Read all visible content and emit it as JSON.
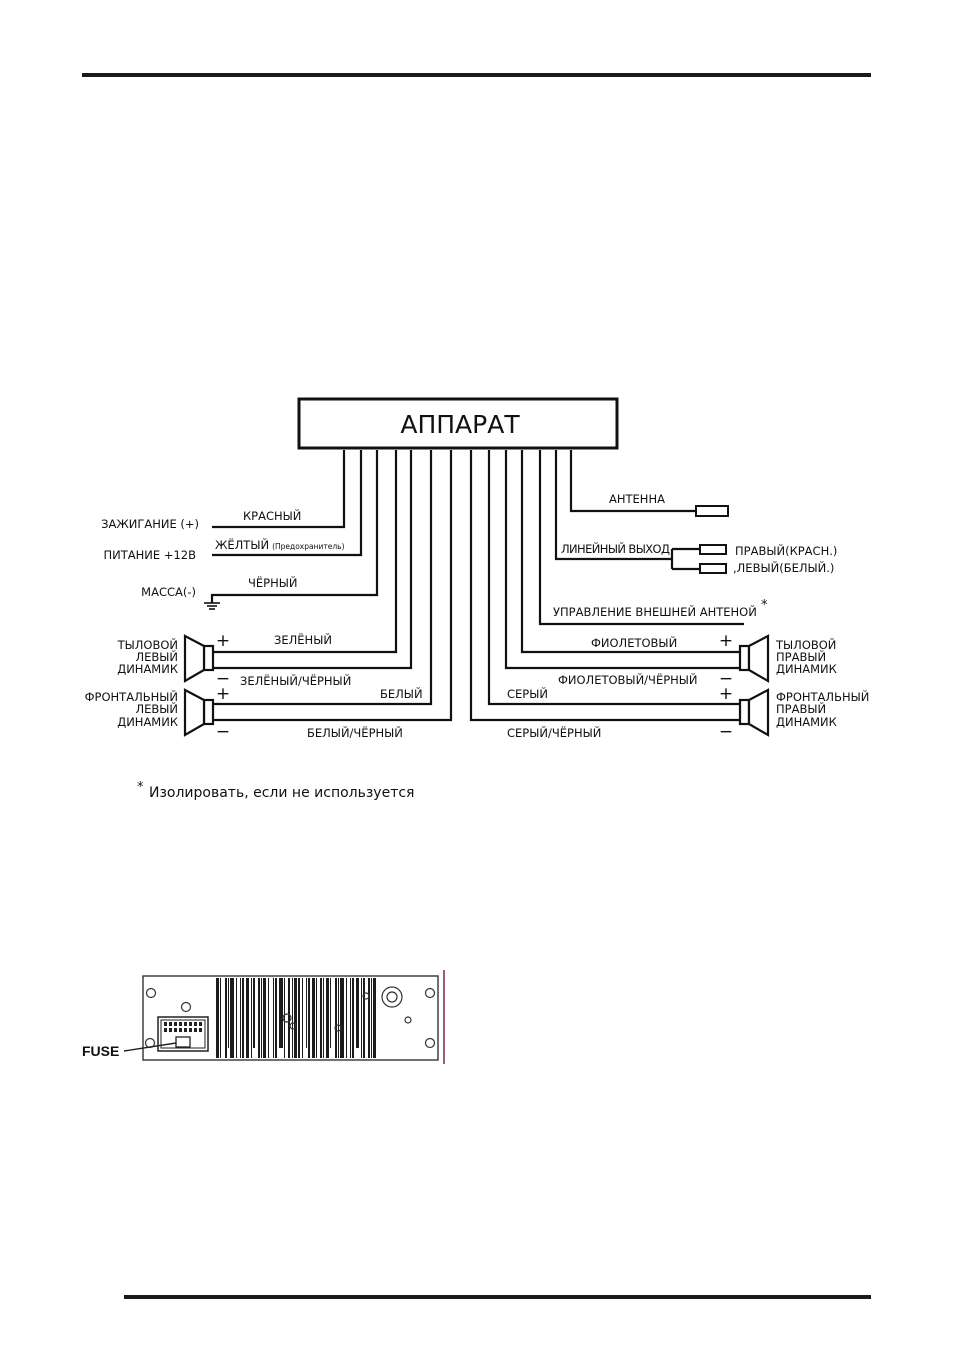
{
  "unit_title": "АППАРАТ",
  "left_inputs": [
    {
      "label": "ЗАЖИГАНИЕ (+)",
      "wire": "КРАСНЫЙ"
    },
    {
      "label": "ПИТАНИЕ +12В",
      "wire": "ЖЁЛТЫЙ",
      "wire_note": "(Предохранитель)"
    },
    {
      "label": "МАССА(-)",
      "wire": "ЧЁРНЫЙ"
    }
  ],
  "right_outputs": {
    "antenna": "АНТЕННА",
    "line_out": "ЛИНЕЙНЫЙ ВЫХОД",
    "line_right": "ПРАВЫЙ(КРАСН.)",
    "line_left": ",ЛЕВЫЙ(БЕЛЫЙ.)",
    "ext_antenna": "УПРАВЛЕНИЕ ВНЕШНЕЙ АНТЕНОЙ",
    "ext_antenna_mark": "*"
  },
  "speakers": {
    "rear_left": {
      "label": [
        "ТЫЛОВОЙ",
        "ЛЕВЫЙ",
        "ДИНАМИК"
      ],
      "plus_wire": "ЗЕЛЁНЫЙ",
      "minus_wire": "ЗЕЛЁНЫЙ/ЧЁРНЫЙ"
    },
    "front_left": {
      "label": [
        "ФРОНТАЛЬНЫЙ",
        "ЛЕВЫЙ",
        "ДИНАМИК"
      ],
      "plus_wire": "БЕЛЫЙ",
      "minus_wire": "БЕЛЫЙ/ЧЁРНЫЙ"
    },
    "rear_right": {
      "label": [
        "ТЫЛОВОЙ",
        "ПРАВЫЙ",
        "ДИНАМИК"
      ],
      "plus_wire": "ФИОЛЕТОВЫЙ",
      "minus_wire": "ФИОЛЕТОВЫЙ/ЧЁРНЫЙ"
    },
    "front_right": {
      "label": [
        "ФРОНТАЛЬНЫЙ",
        "ПРАВЫЙ",
        "ДИНАМИК"
      ],
      "plus_wire": "СЕРЫЙ",
      "minus_wire": "СЕРЫЙ/ЧЁРНЫЙ"
    },
    "plus": "+",
    "minus": "−"
  },
  "footnote": {
    "mark": "*",
    "text": "Изолировать, если не используется"
  },
  "fuse_label": "FUSE"
}
